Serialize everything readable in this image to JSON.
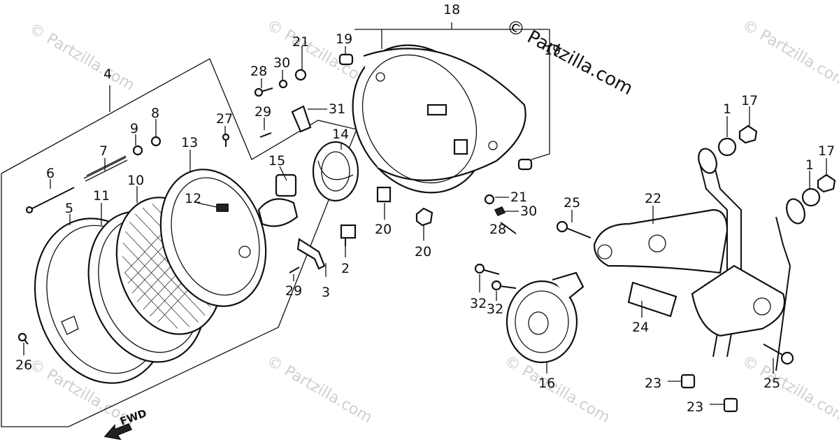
{
  "watermark": "© Partzilla.com",
  "fwd_label": "FWD",
  "callouts": {
    "c1a": "1",
    "c1b": "1",
    "c2": "2",
    "c3": "3",
    "c4": "4",
    "c5": "5",
    "c6": "6",
    "c7": "7",
    "c8": "8",
    "c9": "9",
    "c10": "10",
    "c11": "11",
    "c12": "12",
    "c13": "13",
    "c14": "14",
    "c15": "15",
    "c16": "16",
    "c17a": "17",
    "c17b": "17",
    "c18": "18",
    "c19a": "19",
    "c19b": "19",
    "c20a": "20",
    "c20b": "20",
    "c21a": "21",
    "c21b": "21",
    "c22": "22",
    "c23a": "23",
    "c23b": "23",
    "c24": "24",
    "c25a": "25",
    "c25b": "25",
    "c26": "26",
    "c27": "27",
    "c28a": "28",
    "c28b": "28",
    "c29a": "29",
    "c29b": "29",
    "c30a": "30",
    "c30b": "30",
    "c31": "31",
    "c32a": "32",
    "c32b": "32"
  },
  "icons": {
    "fwd_arrow": "fwd-arrow-icon"
  }
}
